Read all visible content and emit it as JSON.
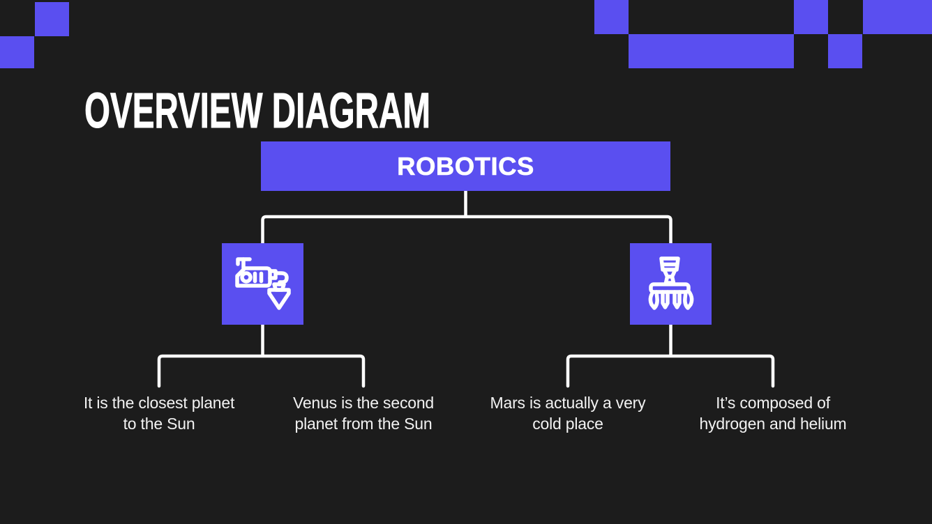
{
  "slide": {
    "title": "OVERVIEW DIAGRAM"
  },
  "colors": {
    "background": "#1c1c1c",
    "accent": "#5a4ff0",
    "line": "#ffffff",
    "text": "#f2f2f2"
  },
  "tree": {
    "root": {
      "label": "ROBOTICS"
    },
    "branches": [
      {
        "icon": "robot-arm-icon",
        "leaves": [
          {
            "text": "It is the closest planet to the Sun"
          },
          {
            "text": "Venus is the second planet from the Sun"
          }
        ]
      },
      {
        "icon": "robot-claw-icon",
        "leaves": [
          {
            "text": "Mars is actually a very cold place"
          },
          {
            "text": "It’s composed of hydrogen and helium"
          }
        ]
      }
    ]
  }
}
